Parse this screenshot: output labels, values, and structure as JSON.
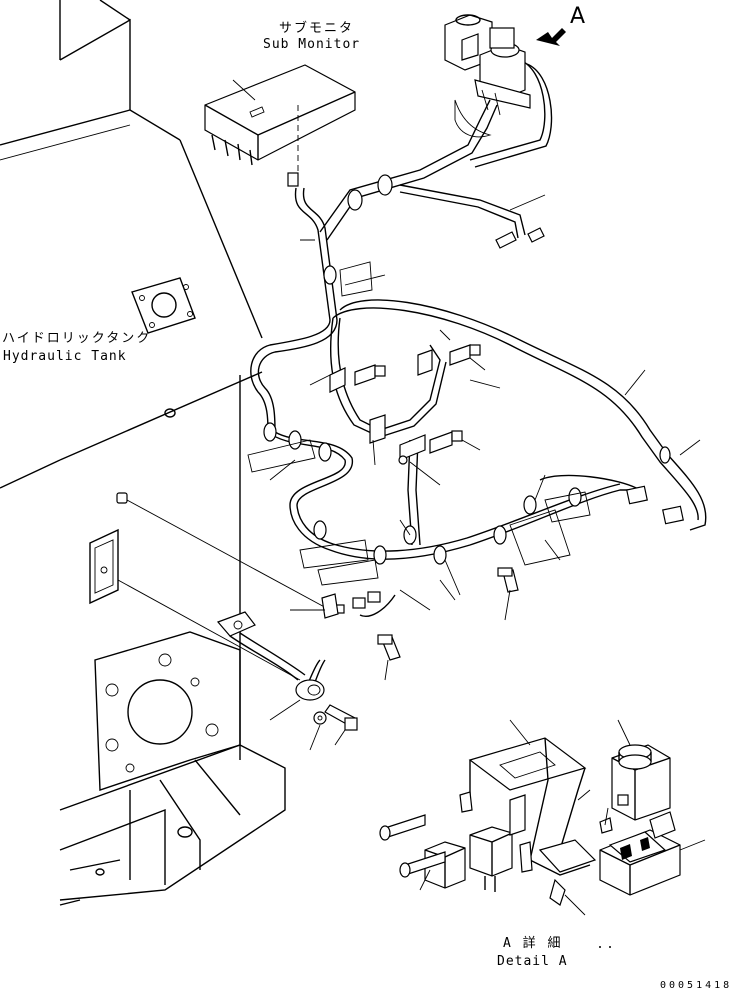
{
  "labels": {
    "sub_monitor_ja": "サブモニタ",
    "sub_monitor_en": "Sub Monitor",
    "hydraulic_tank_ja": "ハイドロリックタンク",
    "hydraulic_tank_en": "Hydraulic Tank",
    "view_letter": "A",
    "detail_ja": "A 詳 細",
    "detail_en": "Detail A",
    "drawing_number": "00051418"
  }
}
